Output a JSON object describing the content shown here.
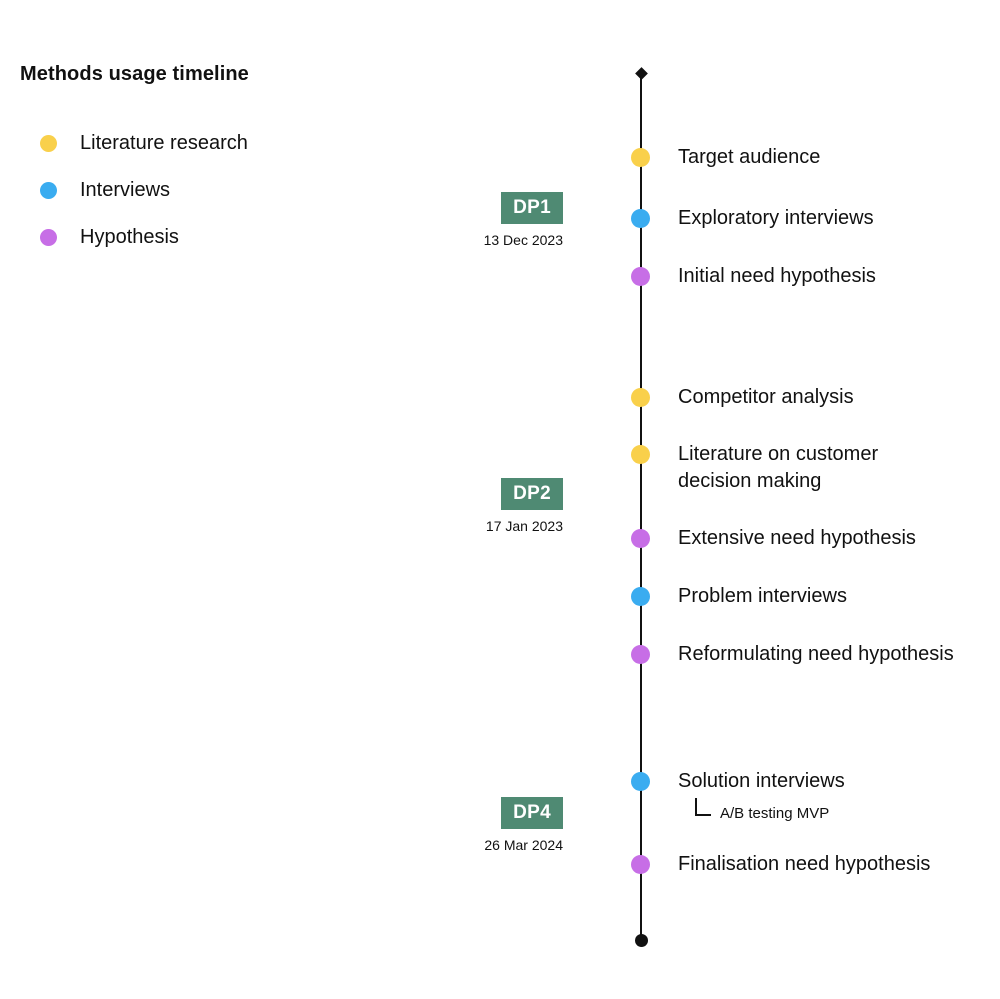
{
  "title": "Methods usage timeline",
  "colors": {
    "yellow": "#F9D04B",
    "blue": "#3AACF0",
    "purple": "#C76EE6",
    "badge": "#4F8A73",
    "line": "#111111"
  },
  "legend": [
    {
      "label": "Literature research",
      "color": "yellow"
    },
    {
      "label": "Interviews",
      "color": "blue"
    },
    {
      "label": "Hypothesis",
      "color": "purple"
    }
  ],
  "milestones": [
    {
      "label": "DP1",
      "date": "13 Dec 2023"
    },
    {
      "label": "DP2",
      "date": "17 Jan 2023"
    },
    {
      "label": "DP4",
      "date": "26 Mar 2024"
    }
  ],
  "events": [
    {
      "label": "Target audience",
      "type": "Literature research"
    },
    {
      "label": "Exploratory interviews",
      "type": "Interviews"
    },
    {
      "label": "Initial need hypothesis",
      "type": "Hypothesis"
    },
    {
      "label": "Competitor analysis",
      "type": "Literature research"
    },
    {
      "label": "Literature on customer decision making",
      "type": "Literature research"
    },
    {
      "label": "Extensive need hypothesis",
      "type": "Hypothesis"
    },
    {
      "label": "Problem interviews",
      "type": "Interviews"
    },
    {
      "label": "Reformulating need hypothesis",
      "type": "Hypothesis"
    },
    {
      "label": "Solution interviews",
      "type": "Interviews",
      "sub": "A/B testing MVP"
    },
    {
      "label": "Finalisation need hypothesis",
      "type": "Hypothesis"
    }
  ]
}
